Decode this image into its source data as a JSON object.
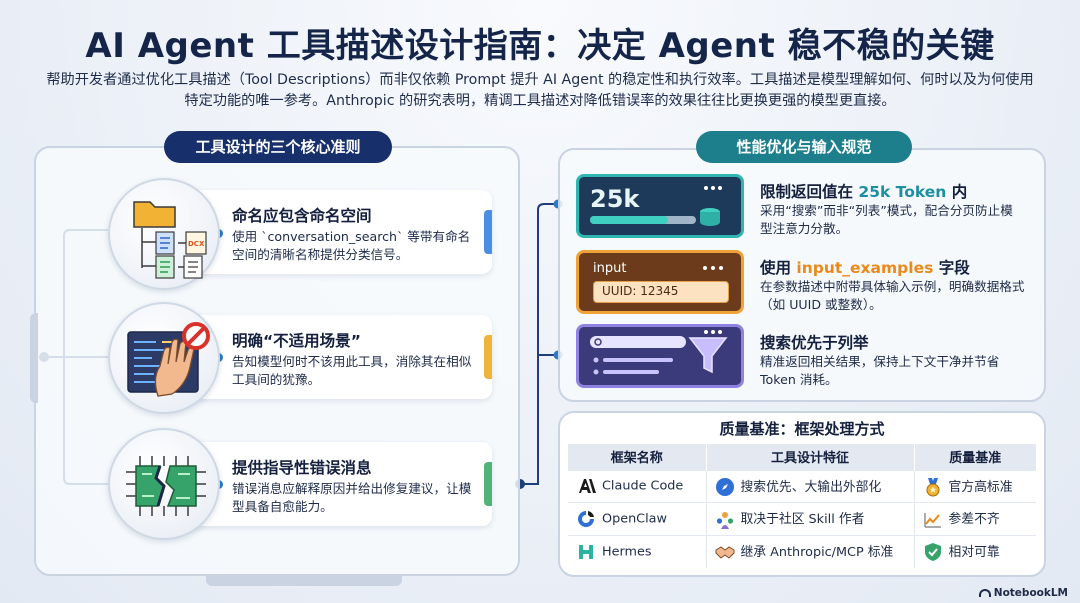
{
  "title": "AI Agent 工具描述设计指南：决定 Agent 稳不稳的关键",
  "subtitle": "帮助开发者通过优化工具描述（Tool Descriptions）而非仅依赖 Prompt 提升 AI Agent 的稳定性和执行效率。工具描述是模型理解如何、何时以及为何使用特定功能的唯一参考。Anthropic 的研究表明，精调工具描述对降低错误率的效果往往比更换更强的模型更直接。",
  "left_section": {
    "heading": "工具设计的三个核心准则",
    "principles": [
      {
        "title": "命名应包含命名空间",
        "desc": "使用 `conversation_search` 等带有命名空间的清晰名称提供分类信号。",
        "icon": "file-tree-icon",
        "accent": "#4a8fe0"
      },
      {
        "title": "明确“不适用场景”",
        "desc": "告知模型何时不该用此工具，消除其在相似工具间的犹豫。",
        "icon": "stop-hand-icon",
        "accent": "#f0b43c"
      },
      {
        "title": "提供指导性错误消息",
        "desc": "错误消息应解释原因并给出修复建议，让模型具备自愈能力。",
        "icon": "broken-chip-icon",
        "accent": "#4fb47a"
      }
    ],
    "doc_label": "DCX"
  },
  "right_section": {
    "heading": "性能优化与输入规范",
    "items": [
      {
        "title_prefix": "限制返回值在 ",
        "title_highlight": "25k Token",
        "title_suffix": " 内",
        "desc": "采用“搜索”而非“列表”模式，配合分页防止模型注意力分散。",
        "card_value": "25k",
        "highlight_color": "#1d8fa0"
      },
      {
        "title_prefix": "使用 ",
        "title_highlight": "input_examples",
        "title_suffix": " 字段",
        "desc": "在参数描述中附带具体输入示例，明确数据格式（如 UUID 或整数）。",
        "card_label": "input",
        "card_field": "UUID: 12345",
        "highlight_color": "#e98a1a"
      },
      {
        "title_prefix": "搜索优先于列举",
        "title_highlight": "",
        "title_suffix": "",
        "desc": "精准返回相关结果，保持上下文干净并节省 Token 消耗。",
        "card_icon": "search-filter-icon"
      }
    ]
  },
  "table": {
    "title": "质量基准：框架处理方式",
    "headers": [
      "框架名称",
      "工具设计特征",
      "质量基准"
    ],
    "rows": [
      {
        "name": "Claude Code",
        "feature": "搜索优先、大输出外部化",
        "quality": "官方高标准",
        "name_icon": "anthropic-icon",
        "feature_icon": "compass-icon",
        "quality_icon": "medal-icon"
      },
      {
        "name": "OpenClaw",
        "feature": "取决于社区 Skill 作者",
        "quality": "参差不齐",
        "name_icon": "openclaw-icon",
        "feature_icon": "community-icon",
        "quality_icon": "trend-chart-icon"
      },
      {
        "name": "Hermes",
        "feature": "继承 Anthropic/MCP 标准",
        "quality": "相对可靠",
        "name_icon": "hermes-icon",
        "feature_icon": "handshake-icon",
        "quality_icon": "shield-check-icon"
      }
    ]
  },
  "footer": "NotebookLM"
}
